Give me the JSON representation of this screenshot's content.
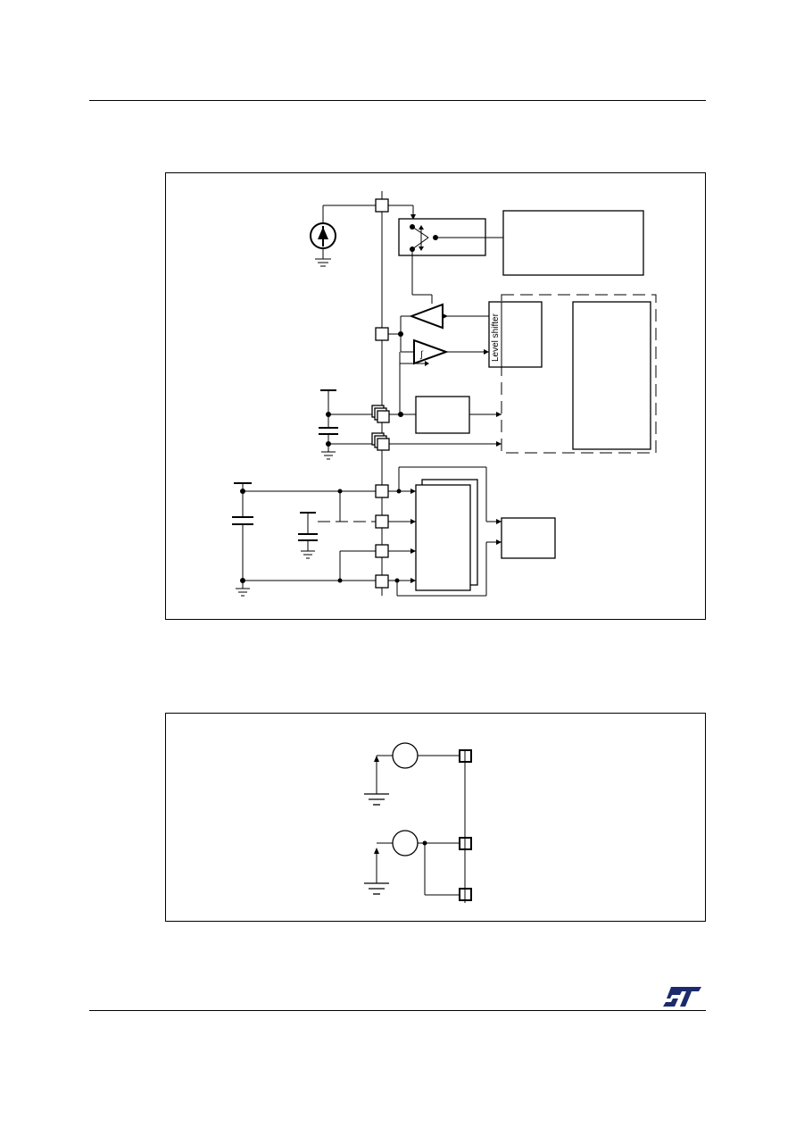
{
  "figure1": {
    "level_shifter_label": "Level shifter",
    "schmitt_symbol": "∫"
  },
  "figure2": {},
  "footer": {
    "logo": "st-logo",
    "logo_text": "ST"
  }
}
